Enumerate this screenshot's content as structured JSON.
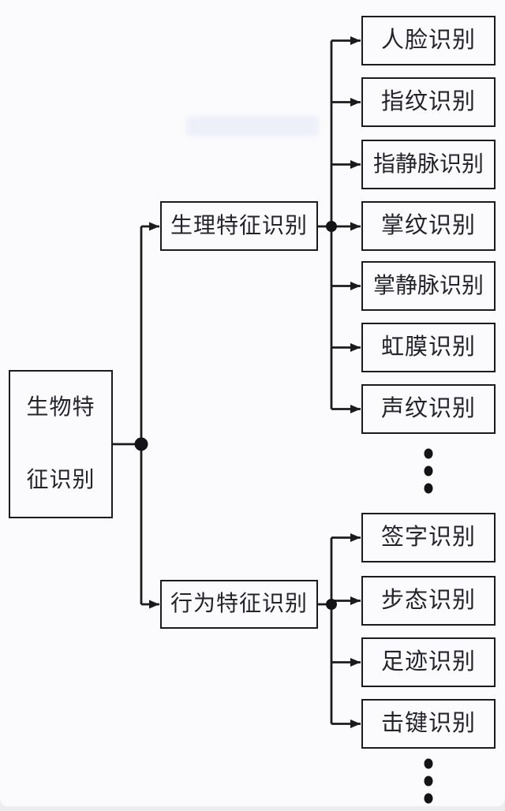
{
  "diagram": {
    "root": {
      "label": "生物特征识别",
      "line1": "生物特",
      "line2": "征识别"
    },
    "branches": [
      {
        "label": "生理特征识别",
        "children": [
          "人脸识别",
          "指纹识别",
          "指静脉识别",
          "掌纹识别",
          "掌静脉识别",
          "虹膜识别",
          "声纹识别"
        ],
        "has_more_indicator": true
      },
      {
        "label": "行为特征识别",
        "children": [
          "签字识别",
          "步态识别",
          "足迹识别",
          "击键识别"
        ],
        "has_more_indicator": true
      }
    ],
    "colors": {
      "line": "#1b1b1b",
      "text": "#23232b",
      "background": "#fbfbfd",
      "footer_strip": "#ededf0"
    }
  }
}
